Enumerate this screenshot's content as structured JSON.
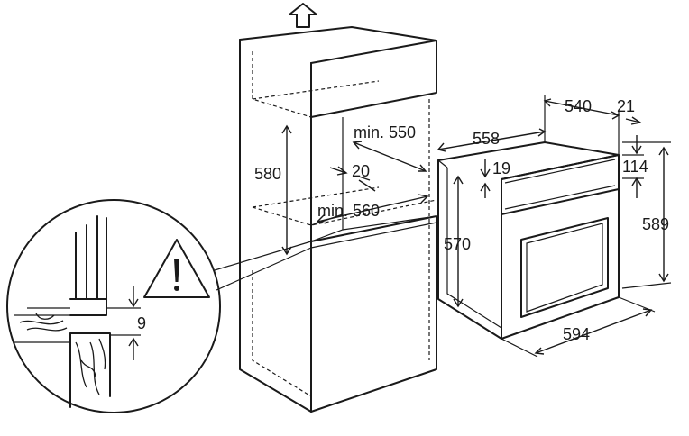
{
  "cabinet": {
    "height_label": "580",
    "depth_label": "min. 550",
    "width_label": "min. 560",
    "gap_label": "20"
  },
  "oven": {
    "overall_depth_label": "558",
    "body_depth_label": "540",
    "front_thickness_label": "21",
    "top_offset_label": "19",
    "side_offset_label": "114",
    "body_height_label": "570",
    "overall_height_label": "589",
    "width_label": "594"
  },
  "detail": {
    "gap_label": "9"
  },
  "icons": [
    "up-arrow-icon",
    "warning-icon"
  ]
}
